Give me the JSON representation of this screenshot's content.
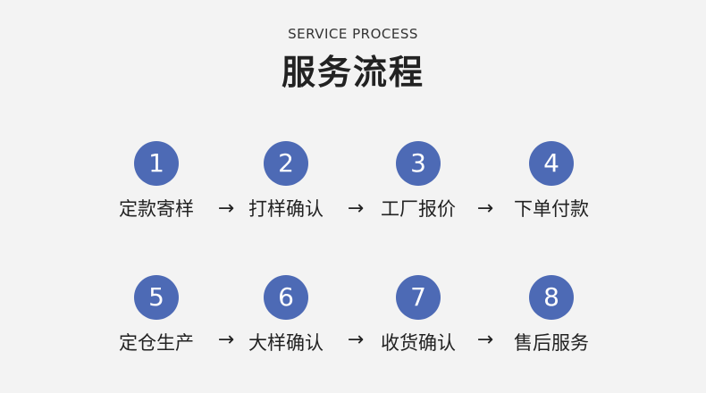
{
  "header": {
    "subtitle": "SERVICE PROCESS",
    "title": "服务流程"
  },
  "colors": {
    "circle": "#4d6ab5",
    "background": "#f3f3f3"
  },
  "arrow_glyph": "→",
  "steps": [
    {
      "number": "1",
      "label": "定款寄样"
    },
    {
      "number": "2",
      "label": "打样确认"
    },
    {
      "number": "3",
      "label": "工厂报价"
    },
    {
      "number": "4",
      "label": "下单付款"
    },
    {
      "number": "5",
      "label": "定仓生产"
    },
    {
      "number": "6",
      "label": "大样确认"
    },
    {
      "number": "7",
      "label": "收货确认"
    },
    {
      "number": "8",
      "label": "售后服务"
    }
  ]
}
